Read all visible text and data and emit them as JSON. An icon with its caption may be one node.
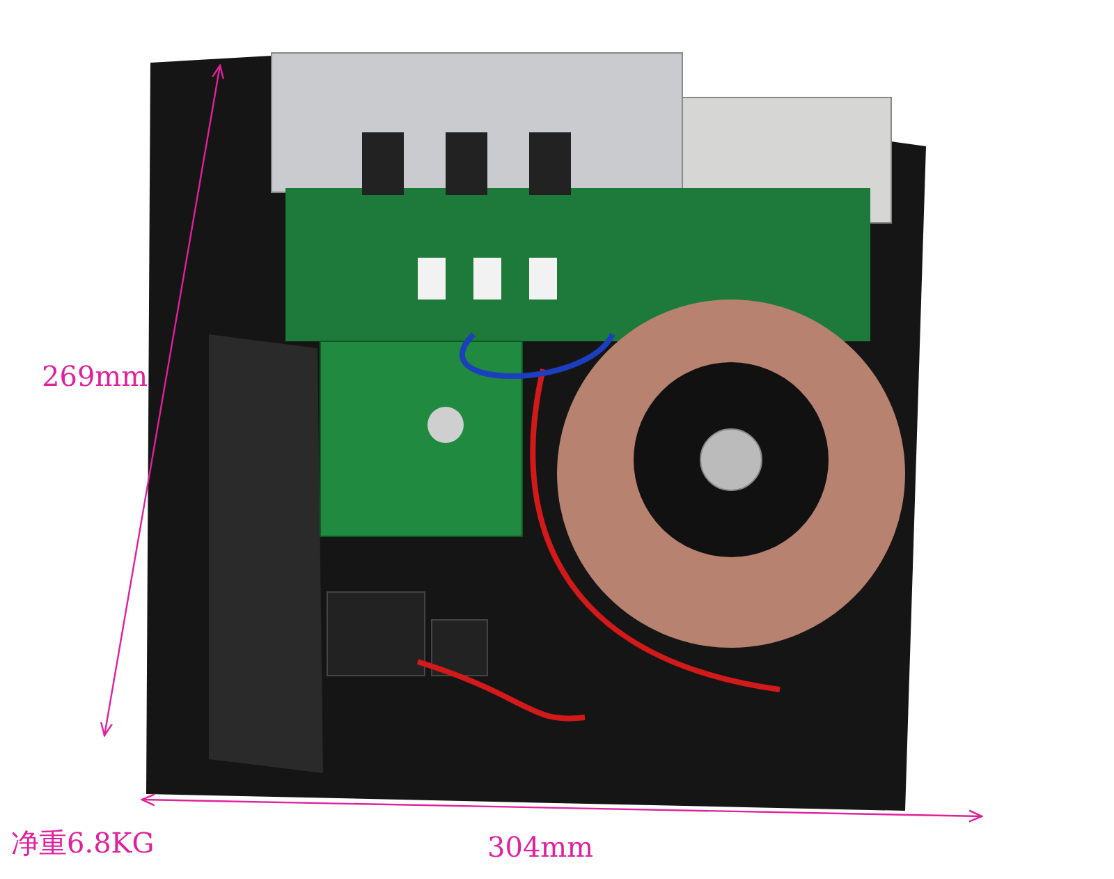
{
  "diagram": {
    "labels": [
      "269mm",
      "304mm",
      "净重6.8KG"
    ]
  }
}
